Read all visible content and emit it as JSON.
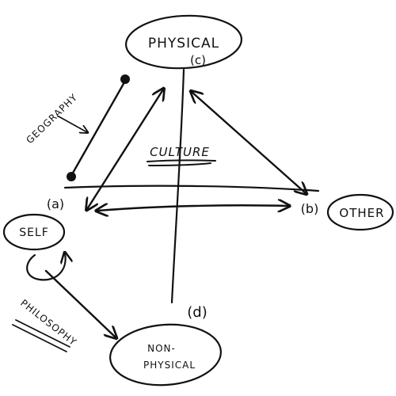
{
  "nodes": {
    "physical": {
      "name": "PHYSICAL",
      "code": "(c)"
    },
    "self": {
      "name": "SELF",
      "code": "(a)"
    },
    "other": {
      "name": "OTHER",
      "code": "(b)"
    },
    "nonphysical": {
      "name_line1": "NON-",
      "name_line2": "PHYSICAL",
      "code": "(d)"
    }
  },
  "labels": {
    "culture": "CULTURE",
    "geography": "GEOGRAPHY",
    "philosophy": "PHILOSOPHY"
  },
  "colors": {
    "ink": "#111111",
    "background": "#ffffff"
  }
}
